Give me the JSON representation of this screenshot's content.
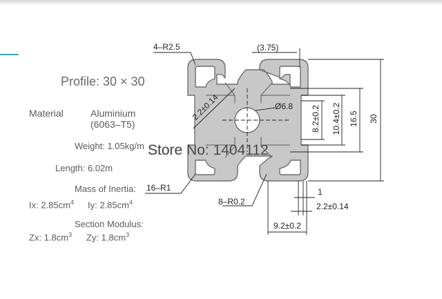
{
  "colors": {
    "accent": "#35a7b8",
    "profile_fill": "#c8c8c8",
    "profile_stroke": "#6e6e6e",
    "dimension_line": "#222222"
  },
  "specs": {
    "profile_title": "Profile: 30 × 30",
    "material_label": "Material",
    "material_value": "Aluminium",
    "material_grade": "(6063–T5)",
    "weight": "Weight: 1.05kg/m",
    "length": "Length: 6.02m",
    "mass_of_inertia_label": "Mass of Inertia:",
    "ix_label": "Ix: 2.85cm",
    "ix_exp": "4",
    "iy_label": "Iy: 2.85cm",
    "iy_exp": "4",
    "section_modulus_label": "Section Modulus:",
    "zx_label": "Zx: 1.8cm",
    "zx_exp": "3",
    "zy_label": "Zy: 1.8cm",
    "zy_exp": "3"
  },
  "dimensions": {
    "corner_radius": "4–R2.5",
    "slot_offset": "(3.75)",
    "slot_depth": "2.2±0.14",
    "bore_diameter": "Ø6.8",
    "slot_width": "8.2±0.2",
    "inner_width": "10.4±0.2",
    "core_width": "16.5",
    "overall_size": "30",
    "inner_radius": "16–R1",
    "small_radius": "8–R0.2",
    "wall_thickness": "1",
    "lip_thickness": "2.2±0.14",
    "opening_width": "9.2±0.2"
  },
  "watermark": "Store No: 1404112"
}
